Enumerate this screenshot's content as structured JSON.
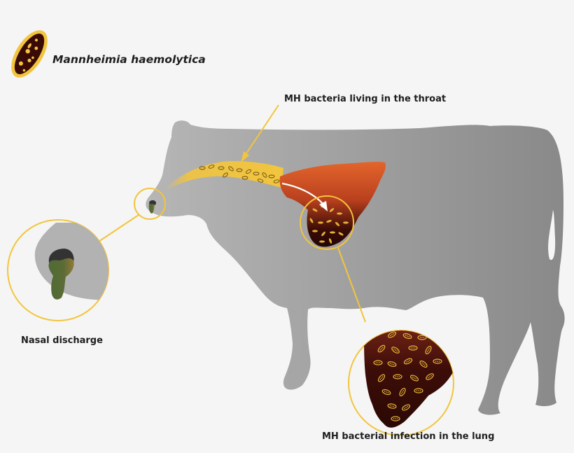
{
  "legend": {
    "organism_name": "Mannheimia haemolytica",
    "icon": "bacterium-icon"
  },
  "callouts": {
    "throat": "MH bacteria living in the throat",
    "nasal": "Nasal discharge",
    "lung": "MH bacterial infection in the lung"
  },
  "colors": {
    "background": "#f5f5f5",
    "cow_light": "#b4b4b4",
    "cow_dark": "#8a8a8a",
    "accent_yellow": "#f2c53d",
    "lung_orange": "#e0622a",
    "lung_dark": "#2a0a06",
    "nasal_green": "#4e6b35",
    "nasal_olive": "#8c7a3a"
  }
}
